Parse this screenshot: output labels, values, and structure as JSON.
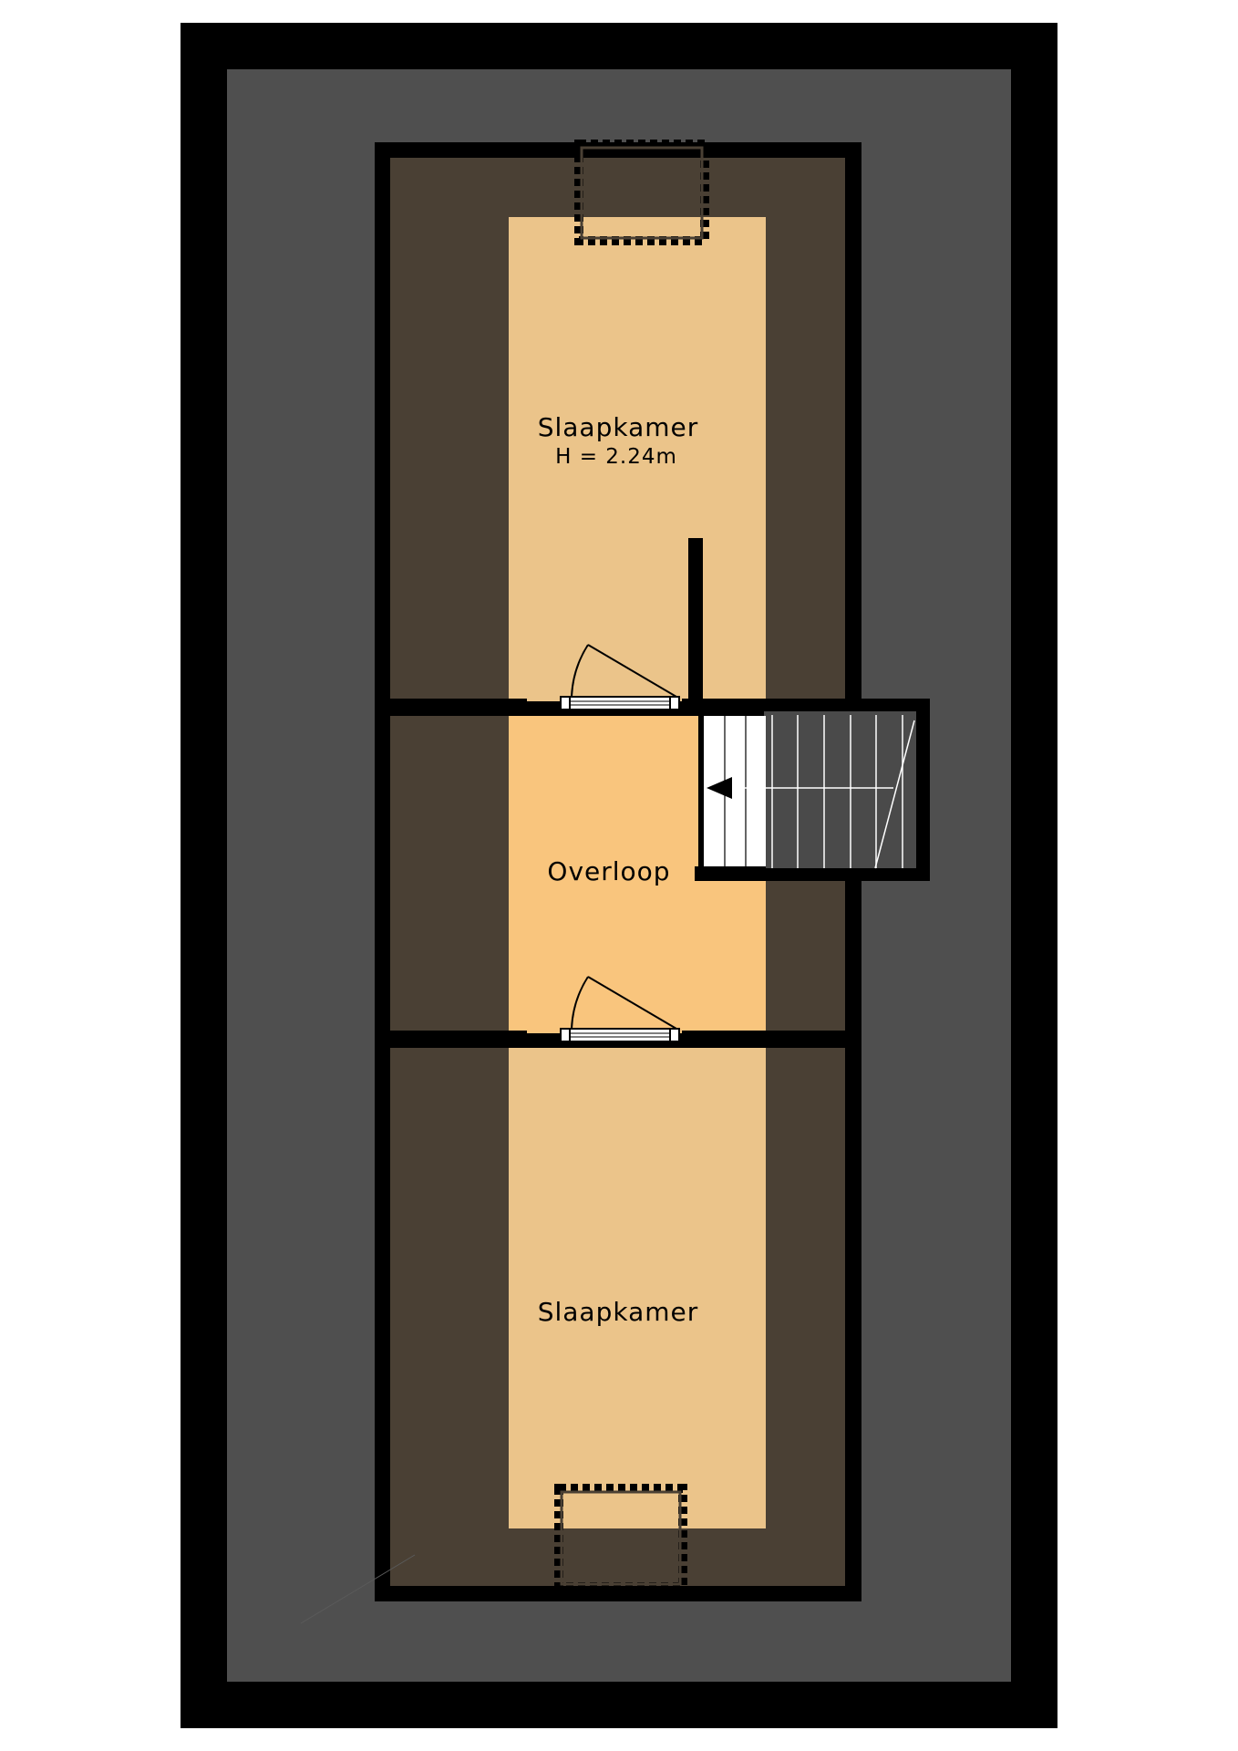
{
  "rooms": {
    "top_bedroom": {
      "name": "Slaapkamer",
      "height_note": "H = 2.24m"
    },
    "landing": {
      "name": "Overloop"
    },
    "bottom_bedroom": {
      "name": "Slaapkamer"
    }
  },
  "colors": {
    "background": "#ffffff",
    "outer_frame": "#000000",
    "roof_area": "#4f4f4f",
    "low_attic_area": "#4a4034",
    "bedroom_floor": "#ebc48a",
    "landing_floor": "#f9c57d",
    "walls": "#000000",
    "stair_dark": "#4a4a4a",
    "stair_light": "#ffffff"
  },
  "icons": {
    "door": "door-swing-icon",
    "stair_direction": "arrow-left-icon",
    "roof_window": "skylight-dashed-icon"
  }
}
